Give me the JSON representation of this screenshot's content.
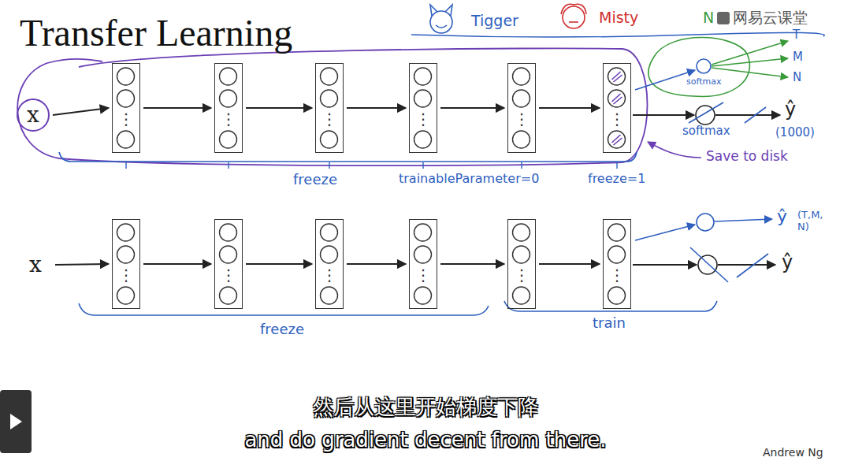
{
  "diagram": {
    "title": "Transfer Learning",
    "nodes": [
      {
        "text": [
          "x"
        ]
      },
      {
        "text": [
          "⋮"
        ]
      },
      {
        "text": [
          "⋮"
        ]
      },
      {
        "text": [
          "⋮"
        ]
      },
      {
        "text": [
          "⋮"
        ]
      },
      {
        "text": [
          "⋮"
        ]
      },
      {
        "text": [
          "⋮"
        ]
      },
      {
        "text": [
          "x"
        ]
      },
      {
        "text": [
          "⋮"
        ]
      },
      {
        "text": [
          "⋮"
        ]
      },
      {
        "text": [
          "⋮"
        ]
      },
      {
        "text": [
          "⋮"
        ]
      },
      {
        "text": [
          "⋮"
        ]
      },
      {
        "text": [
          "⋮"
        ]
      }
    ],
    "edges": [
      {
        "from": 0,
        "to": 1,
        "arrow": "to"
      },
      {
        "from": 1,
        "to": 2,
        "arrow": "to"
      },
      {
        "from": 2,
        "to": 3,
        "arrow": "to"
      },
      {
        "from": 3,
        "to": 4,
        "arrow": "to"
      },
      {
        "from": 4,
        "to": 5,
        "arrow": "to"
      },
      {
        "from": 5,
        "to": 6,
        "arrow": "to"
      },
      {
        "from": 7,
        "to": 8,
        "arrow": "to"
      },
      {
        "from": 8,
        "to": 9,
        "arrow": "to"
      },
      {
        "from": 9,
        "to": 10,
        "arrow": "to"
      },
      {
        "from": 10,
        "to": 11,
        "arrow": "to"
      },
      {
        "from": 11,
        "to": 12,
        "arrow": "to"
      },
      {
        "from": 12,
        "to": 13,
        "arrow": "to"
      }
    ],
    "labels": [
      "Tigger",
      "Misty",
      "N",
      "网易云课堂",
      "softmax",
      "T",
      "M",
      "N",
      "softmax",
      "ŷ",
      "(1000)",
      "Save to disk",
      "freeze",
      "trainableParameter=0",
      "freeze=1",
      "ŷ",
      "(T,M, N)",
      "ŷ",
      "freeze",
      "train",
      "然后从这里开始梯度下降",
      "and do gradient decent from there.",
      "Andrew Ng"
    ]
  }
}
